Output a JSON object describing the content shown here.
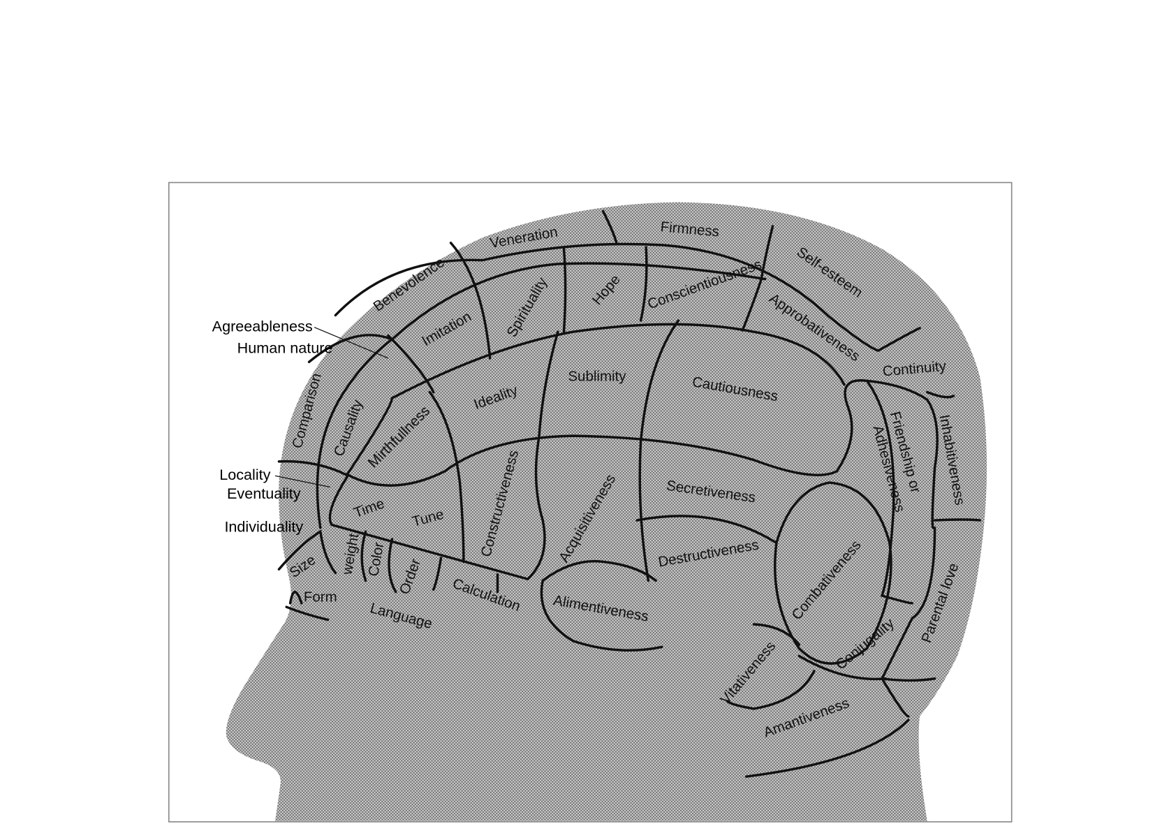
{
  "diagram": {
    "type": "phrenology-head-map",
    "colors": {
      "head_fill": "#b9b9b9",
      "line": "#111111",
      "frame": "#888888"
    },
    "outer_labels": {
      "agreeableness": "Agreeableness",
      "human_nature": "Human nature",
      "locality": "Locality",
      "eventuality": "Eventuality",
      "individuality": "Individuality"
    },
    "regions": {
      "veneration": "Veneration",
      "firmness": "Firmness",
      "self_esteem": "Self-esteem",
      "benevolence": "Benevolence",
      "imitation": "Imitation",
      "spirituality": "Spirituality",
      "hope": "Hope",
      "conscientiousness": "Conscientiousness",
      "approbativeness": "Approbativeness",
      "continuity": "Continuity",
      "comparison": "Comparison",
      "causality": "Causality",
      "mirthfullness": "Mirthfullness",
      "ideality": "Ideality",
      "sublimity": "Sublimity",
      "cautiousness": "Cautiousness",
      "friendship_1": "Friendship or",
      "friendship_2": "Adhesiveness",
      "inhabitiveness": "Inhabitiveness",
      "time": "Time",
      "tune": "Tune",
      "constructiveness": "Constructiveness",
      "acquisitiveness": "Acquisitiveness",
      "secretiveness": "Secretiveness",
      "destructiveness": "Destructiveness",
      "combativeness": "Combativeness",
      "size": "Size",
      "weight": "weight",
      "color": "Color",
      "order": "Order",
      "calculation": "Calculation",
      "form": "Form",
      "language": "Language",
      "alimentiveness": "Alimentiveness",
      "vitativeness": "Vitativeness",
      "conjugality": "Conjugality",
      "parental_love": "Parental love",
      "amantiveness": "Amantiveness"
    }
  }
}
